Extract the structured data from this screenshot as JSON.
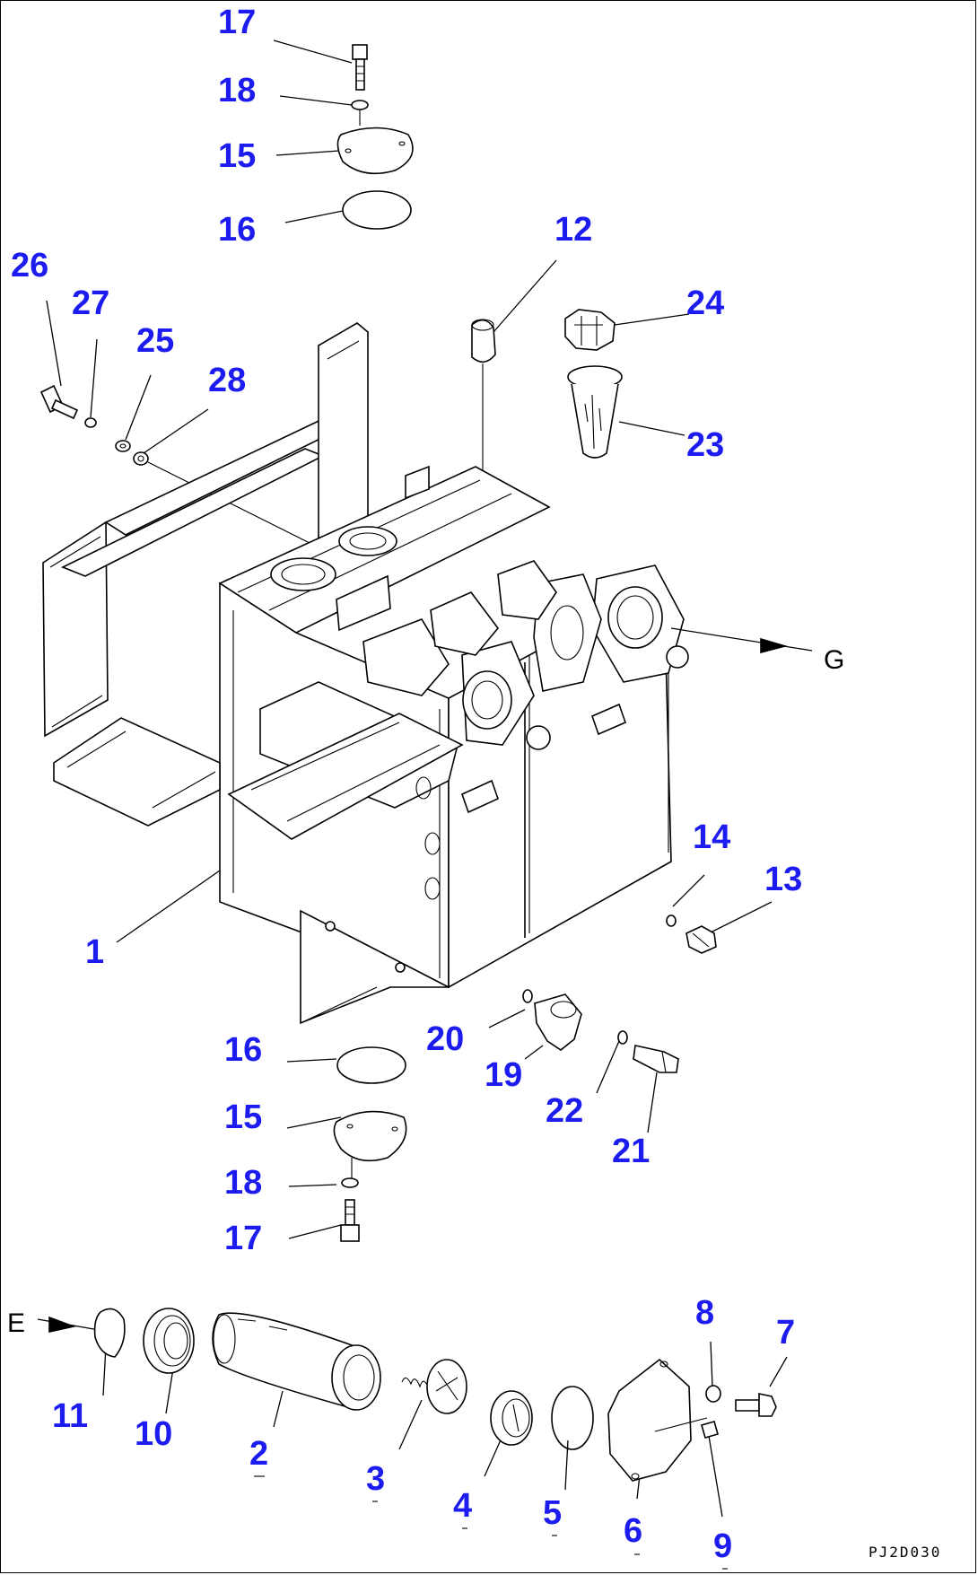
{
  "callouts": {
    "p1": "1",
    "p2": "2",
    "p3": "3",
    "p4": "4",
    "p5": "5",
    "p6": "6",
    "p7": "7",
    "p8": "8",
    "p9": "9",
    "p10": "10",
    "p11": "11",
    "p12": "12",
    "p13": "13",
    "p14": "14",
    "p15a": "15",
    "p15b": "15",
    "p16a": "16",
    "p16b": "16",
    "p17a": "17",
    "p17b": "17",
    "p18a": "18",
    "p18b": "18",
    "p19": "19",
    "p20": "20",
    "p21": "21",
    "p22": "22",
    "p23": "23",
    "p24": "24",
    "p25": "25",
    "p26": "26",
    "p27": "27",
    "p28": "28"
  },
  "view_markers": {
    "e": "E",
    "g": "G"
  },
  "drawing_code": "PJ2D030",
  "colors": {
    "callout": "#1c1cf0",
    "line": "#000000",
    "background": "#ffffff"
  }
}
